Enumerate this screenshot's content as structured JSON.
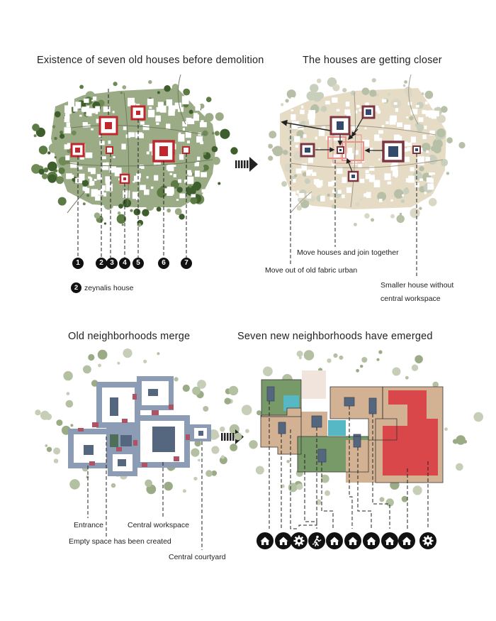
{
  "panels": {
    "top_left": {
      "title": "Existence of seven old houses before demolition",
      "markers": [
        "1",
        "2",
        "3",
        "4",
        "5",
        "6",
        "7"
      ],
      "legend": {
        "marker": "2",
        "text": "zeynalis house"
      }
    },
    "top_right": {
      "title": "The houses are getting closer",
      "annotations": {
        "move_join": "Move houses and join together",
        "move_out": "Move out of old fabric urban",
        "smaller_house_line1": "Smaller house without",
        "smaller_house_line2": "central workspace"
      }
    },
    "bottom_left": {
      "title": "Old neighborhoods merge",
      "annotations": {
        "entrance": "Entrance",
        "central_workspace": "Central workspace",
        "empty_space": "Empty space has been created",
        "central_courtyard": "Central courtyard"
      }
    },
    "bottom_right": {
      "title": "Seven new neighborhoods have emerged",
      "icons": [
        "house-icon",
        "house-icon",
        "gear-icon",
        "workshop-icon",
        "house-icon",
        "house-icon",
        "house-icon",
        "house-icon",
        "house-icon",
        "gear-icon"
      ]
    }
  },
  "colors": {
    "fabric_green": "#9aab86",
    "fabric_beige": "#e6dcc6",
    "dark_green": "#3f5e2e",
    "house_red": "#c0272d",
    "house_maroon": "#7b3540",
    "house_navy": "#344a6c",
    "merge_blue": "#8d9cb5",
    "accent_cyan": "#55b8c4",
    "tan": "#d3b294",
    "red_block": "#d9474b"
  }
}
